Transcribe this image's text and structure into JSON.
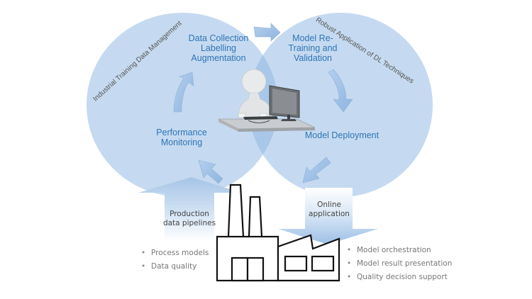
{
  "diagram": {
    "left_circle_arc_label": "Industrial Training Data Management",
    "right_circle_arc_label": "Robust Application of DL Techniques",
    "steps": {
      "data_collection": [
        "Data Collection",
        "Labelling",
        "Augmentation"
      ],
      "model_retraining": [
        "Model Re-",
        "Training and",
        "Validation"
      ],
      "model_deployment": "Model Deployment",
      "performance_monitoring": [
        "Performance",
        "Monitoring"
      ]
    },
    "flows": {
      "production_data_pipelines": [
        "Production",
        "data pipelines"
      ],
      "online_application": [
        "Online",
        "application"
      ]
    },
    "left_bullets": [
      "Process models",
      "Data quality"
    ],
    "right_bullets": [
      "Model orchestration",
      "Model result presentation",
      "Quality decision support"
    ],
    "colors": {
      "circle_fill": "#c5daf0",
      "overlap_fill": "#a9c7e8",
      "step_text": "#2e74b5",
      "arrow_fill": "#9dbfe6",
      "factory_stroke": "#111111"
    },
    "icons": {
      "center": "person-at-computer-icon",
      "factory": "factory-icon"
    }
  }
}
